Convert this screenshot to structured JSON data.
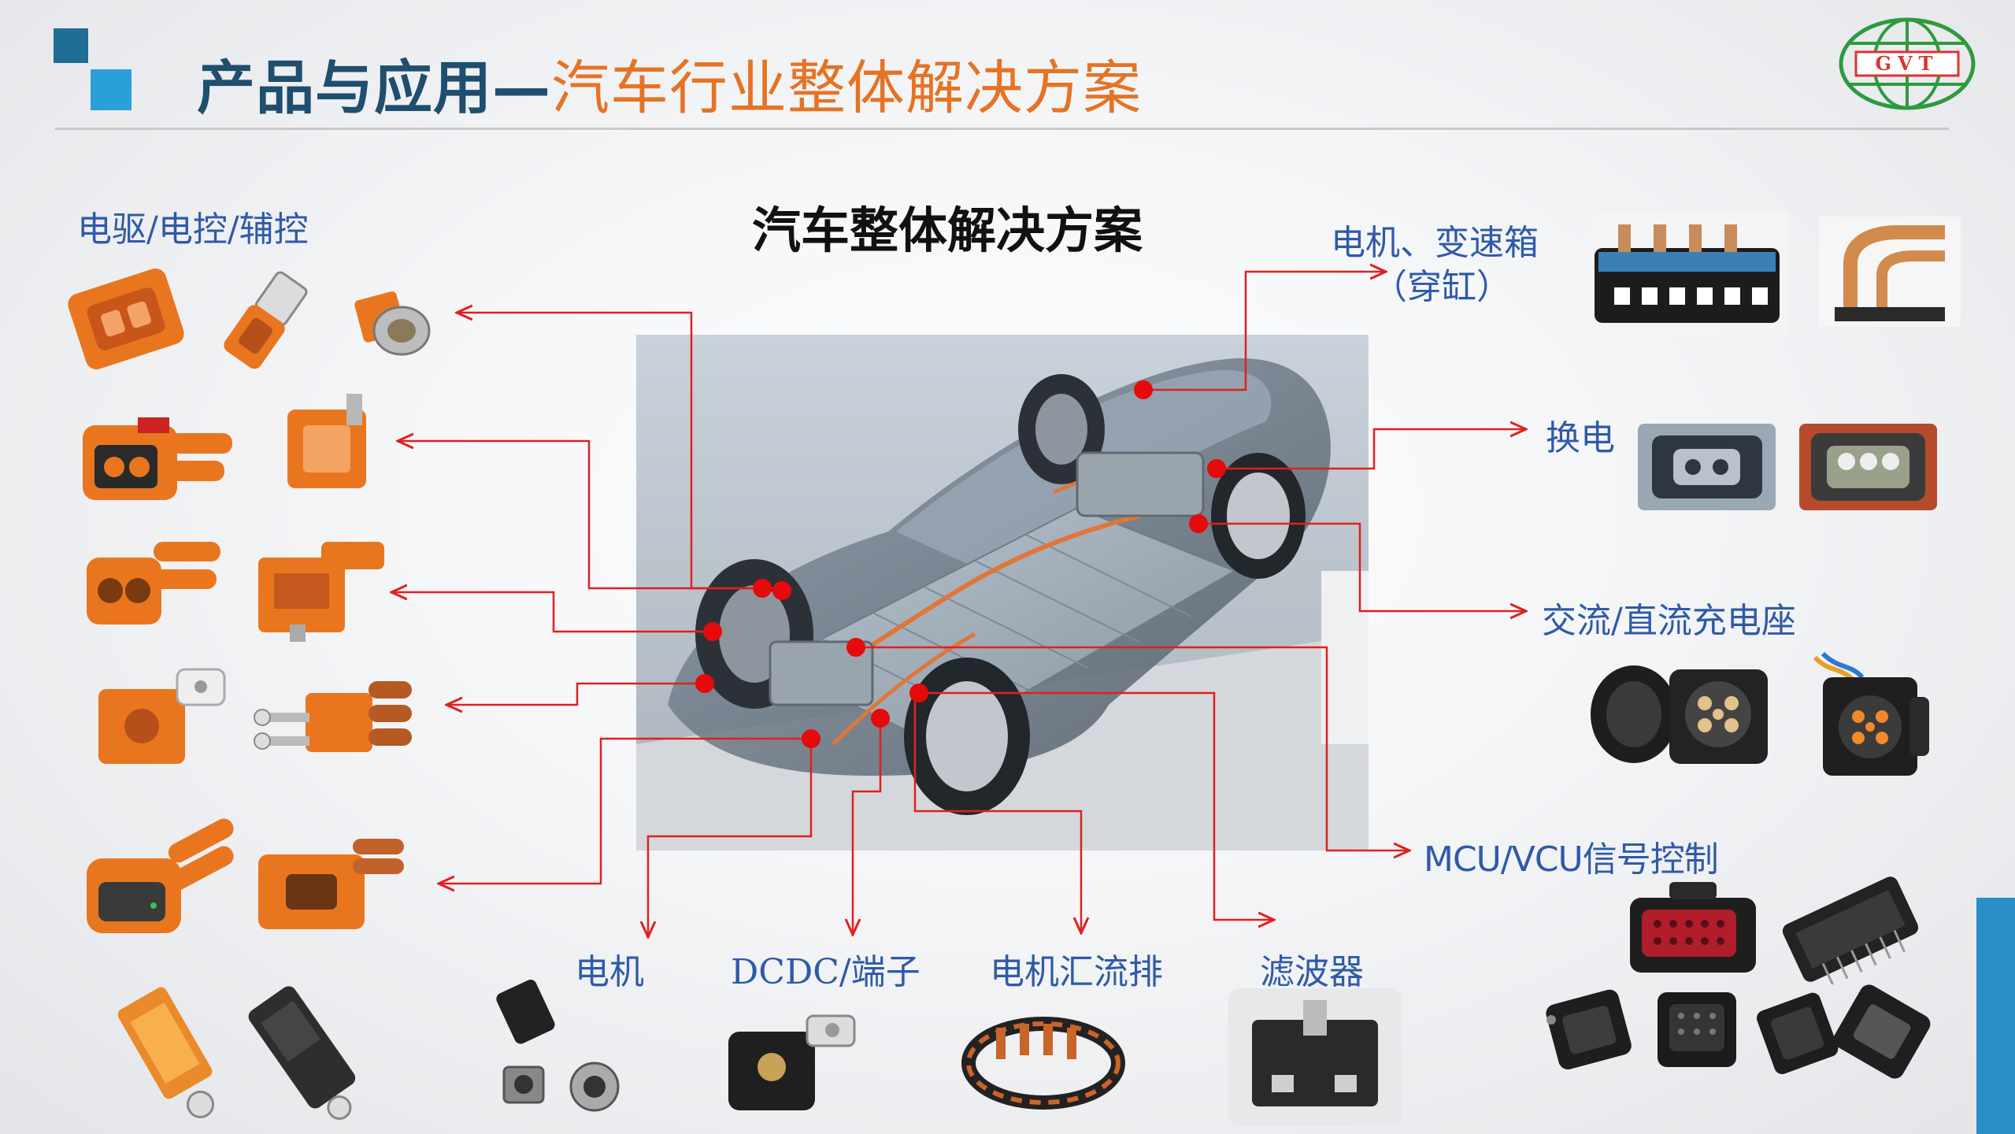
{
  "header": {
    "title_dark": "产品与应用—",
    "title_orange": "汽车行业整体解决方案",
    "logo_text": "GVT"
  },
  "center_title": "汽车整体解决方案",
  "labels": {
    "drive": "电驱/电控/辅控",
    "motor_gearbox_1": "电机、变速箱",
    "motor_gearbox_2": "（穿缸）",
    "swap": "换电",
    "charging": "交流/直流充电座",
    "mcu": "MCU/VCU信号控制",
    "motor": "电机",
    "dcdc": "DCDC/端子",
    "busbar": "电机汇流排",
    "filter": "滤波器"
  },
  "colors": {
    "title_dark": "#1f4e6e",
    "title_orange": "#e57324",
    "label_blue": "#2f5aa8",
    "connector_orange": "#e9761f",
    "callout_red": "#e02020",
    "accent_blue": "#2a8fc7",
    "logo_green": "#2e9a3e"
  }
}
